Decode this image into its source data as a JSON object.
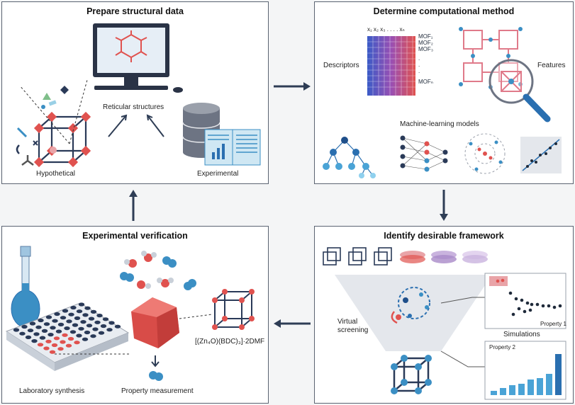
{
  "panels": {
    "prepare": {
      "title": "Prepare structural data",
      "labels": {
        "reticular": "Reticular structures",
        "hypothetical": "Hypothetical",
        "experimental": "Experimental"
      }
    },
    "determine": {
      "title": "Determine computational method",
      "labels": {
        "descriptors": "Descriptors",
        "features": "Features",
        "ml_models": "Machine-learning models",
        "x_header": "x₁ x₂ x₃ . . . . xₙ",
        "mof_rows": [
          "MOF₁",
          "MOF₂",
          "MOF₃",
          ".",
          ".",
          ".",
          "MOFₙ"
        ]
      }
    },
    "identify": {
      "title": "Identify desirable framework",
      "labels": {
        "virtual_screening": "Virtual\nscreening",
        "property1": "Property 1",
        "simulations": "Simulations",
        "property2": "Property 2"
      }
    },
    "verify": {
      "title": "Experimental verification",
      "labels": {
        "formula": "[(Zn₄O)(BDC)₃]·2DMF",
        "lab_synthesis": "Laboratory synthesis",
        "property_measurement": "Property measurement"
      }
    }
  },
  "colors": {
    "border": "#5b6472",
    "arrow": "#2e3d55",
    "red": "#e0524f",
    "blue": "#3b8fc4",
    "pink": "#e9a4a8",
    "purple": "#a98ac8"
  }
}
